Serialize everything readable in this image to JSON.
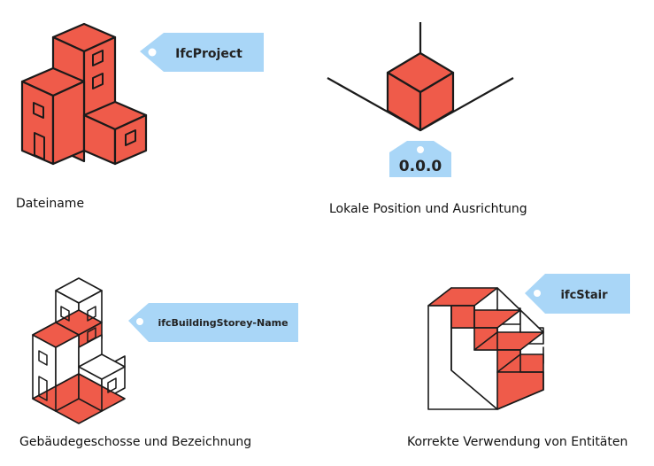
{
  "colors": {
    "accent": "#ef5b4a",
    "tag": "#a9d6f7",
    "line": "#1a1a1a",
    "background": "#ffffff"
  },
  "panels": {
    "project": {
      "tag_label": "IfcProject",
      "caption": "Dateiname",
      "icon": "buildings-icon"
    },
    "position": {
      "tag_label": "0.0.0",
      "caption": "Lokale Position und Ausrichtung",
      "icon": "axis-cube-icon"
    },
    "storey": {
      "tag_label": "ifcBuildingStorey-Name",
      "caption": "Gebäudegeschosse und Bezeichnung",
      "icon": "storey-buildings-icon"
    },
    "stair": {
      "tag_label": "ifcStair",
      "caption": "Korrekte Verwendung von Entitäten",
      "icon": "stair-icon"
    }
  }
}
